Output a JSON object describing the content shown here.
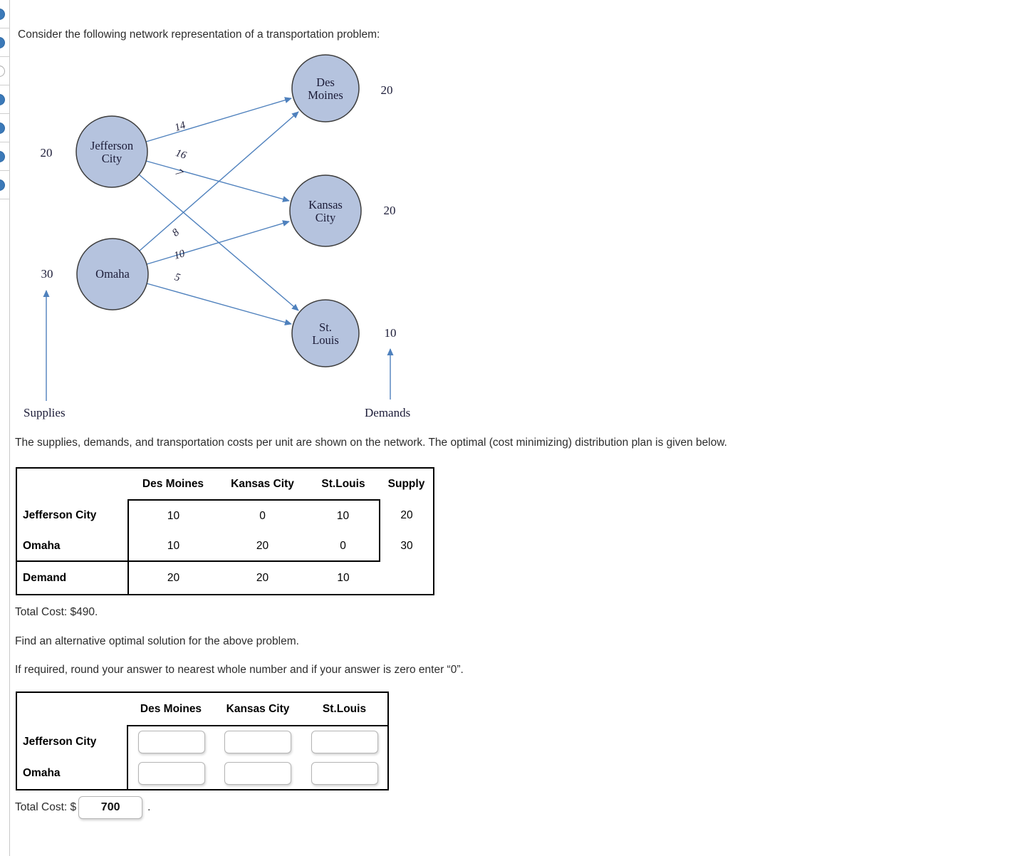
{
  "intro": "Consider the following network representation of a transportation problem:",
  "plan_text": "The supplies, demands, and transportation costs per unit are shown on the network. The optimal (cost minimizing) distribution plan is given below.",
  "total_cost_text": "Total Cost: $490.",
  "find_text": "Find an alternative optimal solution for the above problem.",
  "round_text": "If required, round your answer to nearest whole number and if your answer is zero enter “0”.",
  "sidebar": {
    "items": [
      {
        "icon": "question-status-icon",
        "state": "filled"
      },
      {
        "icon": "question-status-icon",
        "state": "filled"
      },
      {
        "icon": "question-status-icon",
        "state": "outline"
      },
      {
        "icon": "question-status-icon",
        "state": "filled"
      },
      {
        "icon": "question-status-icon",
        "state": "filled"
      },
      {
        "icon": "question-status-icon",
        "state": "filled"
      },
      {
        "icon": "question-status-icon",
        "state": "filled"
      }
    ]
  },
  "network": {
    "supplies_label": "Supplies",
    "demands_label": "Demands",
    "supply_nodes": [
      {
        "line1": "Jefferson",
        "line2": "City",
        "amount": "20"
      },
      {
        "line1": "Omaha",
        "line2": "",
        "amount": "30"
      }
    ],
    "demand_nodes": [
      {
        "line1": "Des",
        "line2": "Moines",
        "amount": "20"
      },
      {
        "line1": "Kansas",
        "line2": "City",
        "amount": "20"
      },
      {
        "line1": "St.",
        "line2": "Louis",
        "amount": "10"
      }
    ],
    "edges": [
      {
        "from": "Jefferson City",
        "to": "Des Moines",
        "cost": "14"
      },
      {
        "from": "Jefferson City",
        "to": "Kansas City",
        "cost": "16"
      },
      {
        "from": "Jefferson City",
        "to": "St. Louis",
        "cost": "7"
      },
      {
        "from": "Omaha",
        "to": "Des Moines",
        "cost": "8"
      },
      {
        "from": "Omaha",
        "to": "Kansas City",
        "cost": "10"
      },
      {
        "from": "Omaha",
        "to": "St. Louis",
        "cost": "5"
      }
    ],
    "colors": {
      "node_fill": "#b5c3de",
      "node_border": "#3d3d3d",
      "edge": "#4f81bd",
      "rail_dot": "#3b79b8"
    }
  },
  "solution_table": {
    "headers": [
      "Des Moines",
      "Kansas City",
      "St.Louis",
      "Supply"
    ],
    "rows": [
      {
        "label": "Jefferson City",
        "values": [
          "10",
          "0",
          "10",
          "20"
        ]
      },
      {
        "label": "Omaha",
        "values": [
          "10",
          "20",
          "0",
          "30"
        ]
      },
      {
        "label": "Demand",
        "values": [
          "20",
          "20",
          "10",
          ""
        ]
      }
    ]
  },
  "answer_table": {
    "headers": [
      "Des Moines",
      "Kansas City",
      "St.Louis"
    ],
    "rows": [
      {
        "label": "Jefferson City"
      },
      {
        "label": "Omaha"
      }
    ]
  },
  "answer_total": {
    "prefix": "Total Cost: $",
    "value": "700",
    "suffix": "."
  }
}
